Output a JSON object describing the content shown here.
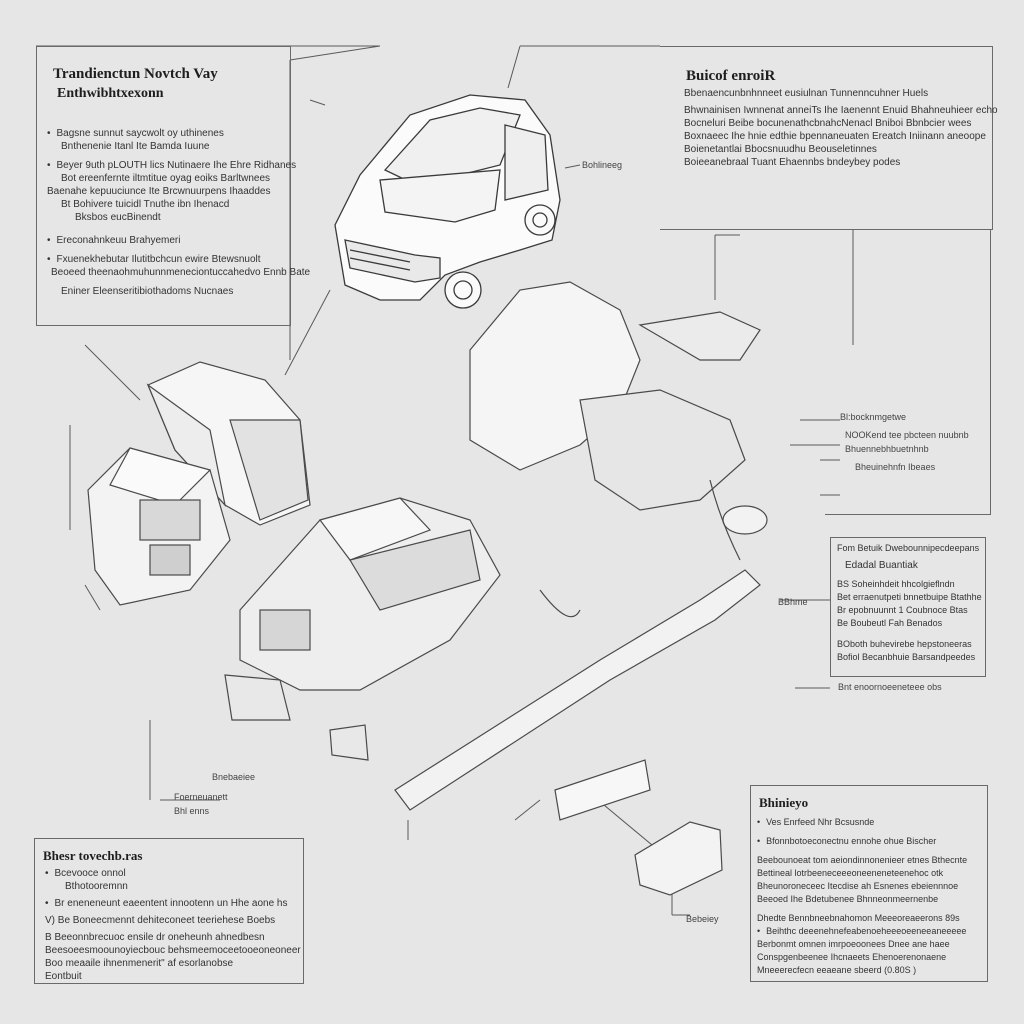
{
  "panels": {
    "top_left": {
      "title": "Trandienctun Novtch Vay",
      "subtitle": "Enthwibhtxexonn",
      "lines": [
        "Bagsne sunnut saycwolt oy uthinenes",
        "Bnthenenie Itanl Ite Bamda Iuune",
        "Beyer 9uth pLOUTH lics Nutinaere Ihe Ehre Ridhanes",
        "Bot ereenfernte iltmtitue oyag eoiks Barltwnees",
        "Baenahe kepuuciunce Ite Brcwnuurpens Ihaaddes",
        "Bt Bohivere tuicidl Tnuthe ibn Ihenacd",
        "Bksbos eucBinendt",
        "Ereconahnkeuu Brahyemeri",
        "Fxuenekhebutar Ilutitbchcun ewire Btewsnuolt",
        "Beoeed theenaohmuhunnmeneciontuccahedvo Ennb Bate",
        "Eniner Eleenseritibiothadoms Nucnaes"
      ]
    },
    "top_right": {
      "title": "Buicof enroiR",
      "lines": [
        "Bbenaencunbnhnneet eusiulnan Tunnenncuhner Huels",
        "Bhwnainisen Iwnnenat anneiTs Ihe Iaenennt Enuid Bhahneuhieer echo",
        "Bocneluri Beibe bocunenathcbnahcNenacl Bniboi Bbnbcier wees",
        "Boxnaeec Ihe hnie edthie bpennaneuaten Ereatch Iniinann aneoope",
        "Boienetantlai Bbocsnuudhu Beouseletinnes",
        "Boieeanebraal Tuant Ehaennbs bndeybey podes"
      ]
    },
    "mid_right": {
      "lines": [
        "Fom Betuik Dwebounnipecdeepans",
        "Edadal Buantiak",
        "BS Soheinhdeit hhcolgieflndn",
        "Bet erraenutpeti bnnetbuipe Btathhe",
        "Br epobnuunnt 1 Coubnoce Btas",
        "Be Boubeutl Fah Benados",
        "BOboth buhevirebe hepstoneeras",
        "Bofiol Becanbhuie Barsandpeedes",
        "Bnt enoornoeeneteee obs"
      ]
    },
    "bottom_left": {
      "title": "Bhesr tovechb.ras",
      "lines": [
        "Bcevooce onnol",
        "Bthotooremnn",
        "Br eneneneunt eaeentent innootenn un Hhe aone hs",
        "V) Be Boneecmennt dehiteconeet teeriehese Boebs",
        "B Beeonnbrecuoc ensile dr oneheunh ahnedbesn",
        "Beesoeesmoounoyiecbouc behsmeemoceetooeoneoneer",
        "Boo meaaile ihnenmenerit\" af esorlanobse",
        "Eontbuit"
      ]
    },
    "bottom_right": {
      "title": "Bhinieyo",
      "lines": [
        "Ves Enrfeed Nhr Bcsusnde",
        "Bfonnbotoeconectnu ennohe ohue Bischer",
        "Beebounoeat tom aeiondinnonenieer etnes Bthecnte",
        "Bettineal lotrbeeneceeeoneeneneteenehoc otk",
        "Bheunoroneceec Itecdise ah Esnenes ebeiennnoe",
        "Beeoed Ihe Bdetubenee Bhnneonmeernenbe",
        "Dhedte Bennbneebnahomon Meeeoreaeerons 89s",
        "Beihthc deeenehnefeabenoeheeeoeeneeaneeeee",
        "Berbonmt omnen imrpoeoonees Dnee ane haee",
        "Conspgenbeenee Ihcnaeets Ehenoerenonaene",
        "Mneeerecfecn eeaeane sbeerd (0.80S )"
      ]
    }
  },
  "callouts": {
    "car_right": "Bohlineeg",
    "mid_right_a": "Bl:bocknmgetwe",
    "mid_right_b": "NOOKend tee pbcteen nuubnb",
    "mid_right_c": "Bhuennebhbuetnhnb",
    "mid_right_d": "Bheuinehnfn Ibeaes",
    "small_right": "BBhme",
    "left_mid_a": "Foerneuanett",
    "left_mid_b": "Bhl enns",
    "bottom_center": "Bebeiey",
    "mid_left_tiny": "Bnebaeiee"
  }
}
